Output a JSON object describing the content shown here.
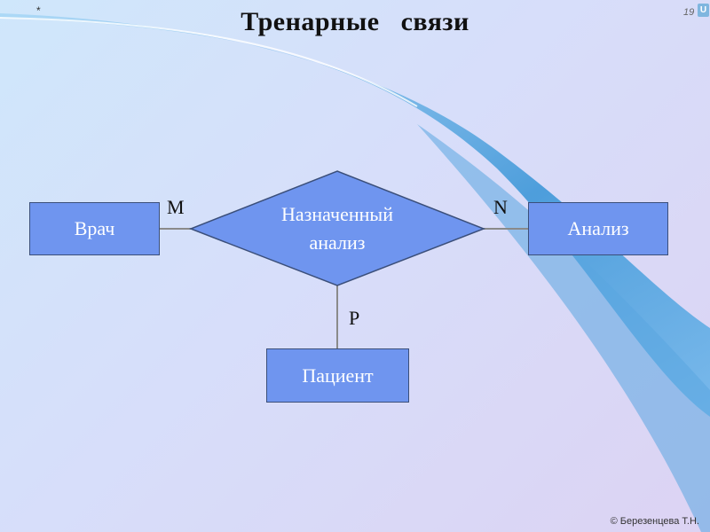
{
  "slide": {
    "title": "Тренарные   связи",
    "marker": "*",
    "page_number": "19",
    "corner_icon": "U",
    "copyright": "© Березенцева Т.Н."
  },
  "diagram": {
    "entities": {
      "doctor": "Врач",
      "analysis": "Анализ",
      "patient": "Пациент"
    },
    "relationship": {
      "line1": "Назначенный",
      "line2": "анализ"
    },
    "cardinalities": {
      "doctor": "M",
      "analysis": "N",
      "patient": "P"
    }
  },
  "colors": {
    "entity_fill": "#6f95ef",
    "entity_border": "#3b4f7a",
    "connector": "#8a8a8a",
    "deco_band": "#4f9fdc"
  }
}
